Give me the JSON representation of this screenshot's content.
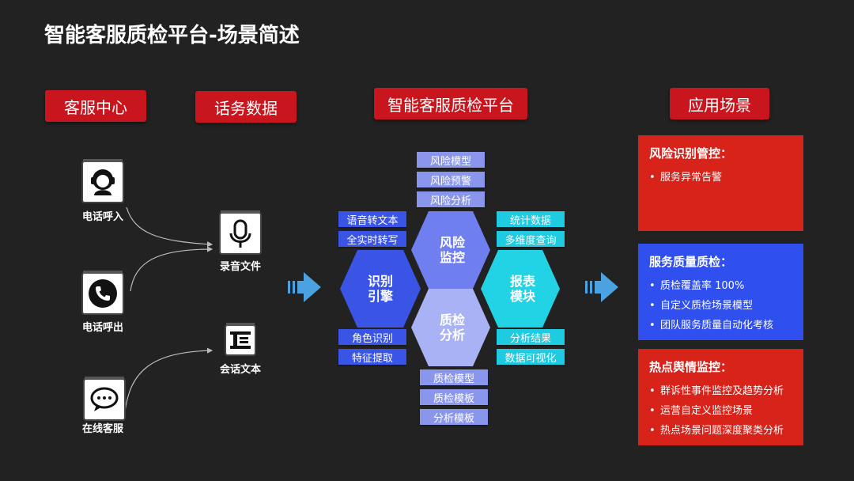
{
  "title": "智能客服质检平台-场景简述",
  "headers": {
    "service_center": "客服中心",
    "call_data": "话务数据",
    "platform": "智能客服质检平台",
    "scenarios": "应用场景"
  },
  "sources": [
    {
      "label": "电话呼入",
      "icon": "headset-agent-icon"
    },
    {
      "label": "电话呼出",
      "icon": "phone-icon"
    },
    {
      "label": "在线客服",
      "icon": "chat-bubbles-icon"
    }
  ],
  "data_types": [
    {
      "label": "录音文件",
      "icon": "microphone-icon"
    },
    {
      "label": "会话文本",
      "icon": "text-document-icon"
    }
  ],
  "platform": {
    "hexes": {
      "recognition": "识别\n引擎",
      "risk": "风险\n监控",
      "quality": "质检\n分析",
      "report": "报表\n模块"
    },
    "risk_tags": [
      "风险模型",
      "风险预警",
      "风险分析"
    ],
    "recognition_top_tags": [
      "语音转文本",
      "全实时转写"
    ],
    "recognition_bottom_tags": [
      "角色识别",
      "特征提取"
    ],
    "report_top_tags": [
      "统计数据",
      "多维度查询"
    ],
    "report_bottom_tags": [
      "分析结果",
      "数据可视化"
    ],
    "quality_tags": [
      "质检模型",
      "质检模板",
      "分析模板"
    ]
  },
  "scenario_panels": [
    {
      "title": "风险识别管控：",
      "items": [
        "服务异常告警"
      ],
      "color": "#d8231b"
    },
    {
      "title": "服务质量质检：",
      "items": [
        "质检覆盖率 100%",
        "自定义质检场景模型",
        "团队服务质量自动化考核"
      ],
      "color": "#2f4fef"
    },
    {
      "title": "热点舆情监控：",
      "items": [
        "群诉性事件监控及趋势分析",
        "运营自定义监控场景",
        "热点场景问题深度聚类分析"
      ],
      "color": "#d8231b"
    }
  ],
  "colors": {
    "background": "#222222",
    "header_red": "#c9151e",
    "hex_blue": "#3a55e6",
    "hex_periwinkle": "#6f7ff0",
    "hex_lavender": "#a8b2f5",
    "hex_cyan": "#22d3e6",
    "arrow_blue": "#4aa3e0"
  }
}
